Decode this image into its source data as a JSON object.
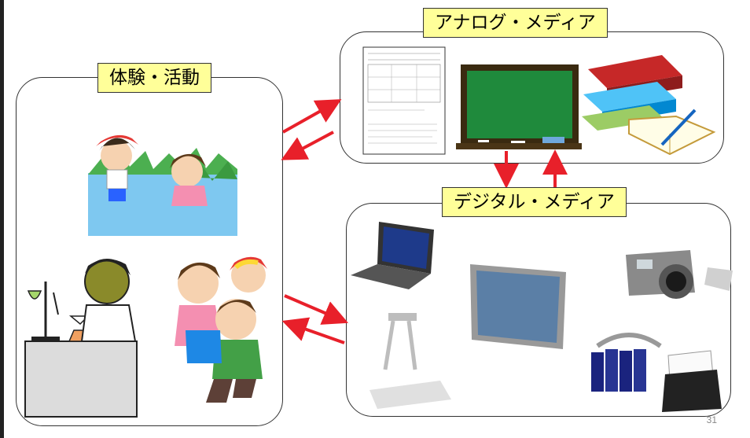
{
  "labels": {
    "experience": "体験・活動",
    "analog": "アナログ・メディア",
    "digital": "デジタル・メディア"
  },
  "page_number": "31",
  "colors": {
    "label_bg": "#ffff99",
    "arrow": "#e8202a",
    "chalkboard": "#1f8a3c"
  }
}
